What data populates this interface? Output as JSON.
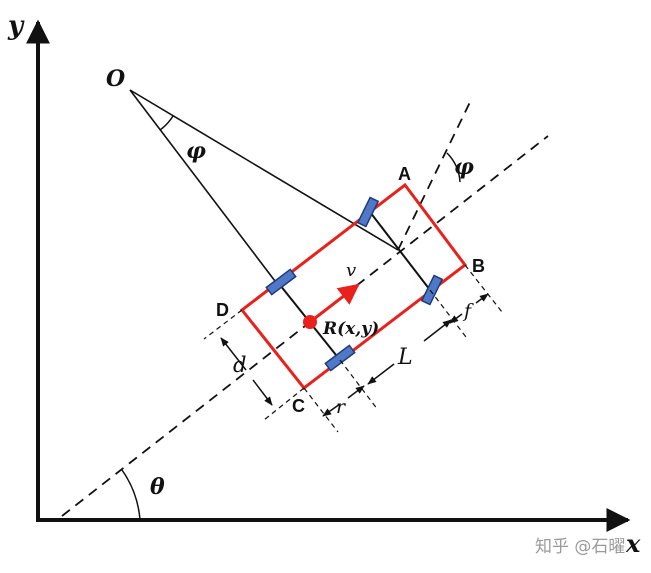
{
  "axes": {
    "x_label": "x",
    "y_label": "y"
  },
  "points": {
    "origin": "O",
    "corner_a": "A",
    "corner_b": "B",
    "corner_c": "C",
    "corner_d": "D",
    "center": "R(x,y)"
  },
  "angles": {
    "heading": "θ",
    "steer_at_o": "φ",
    "steer_at_a": "φ"
  },
  "dimensions": {
    "width": "d",
    "wheelbase": "L",
    "rear_overhang": "r",
    "front_overhang": "f"
  },
  "velocity": "v",
  "watermark": "知乎 @石曜",
  "colors": {
    "body": "#e8211c",
    "wheel_fill": "#4f79c7",
    "wheel_stroke": "#1f3a7a",
    "line": "#111111",
    "center": "#e8211c"
  }
}
